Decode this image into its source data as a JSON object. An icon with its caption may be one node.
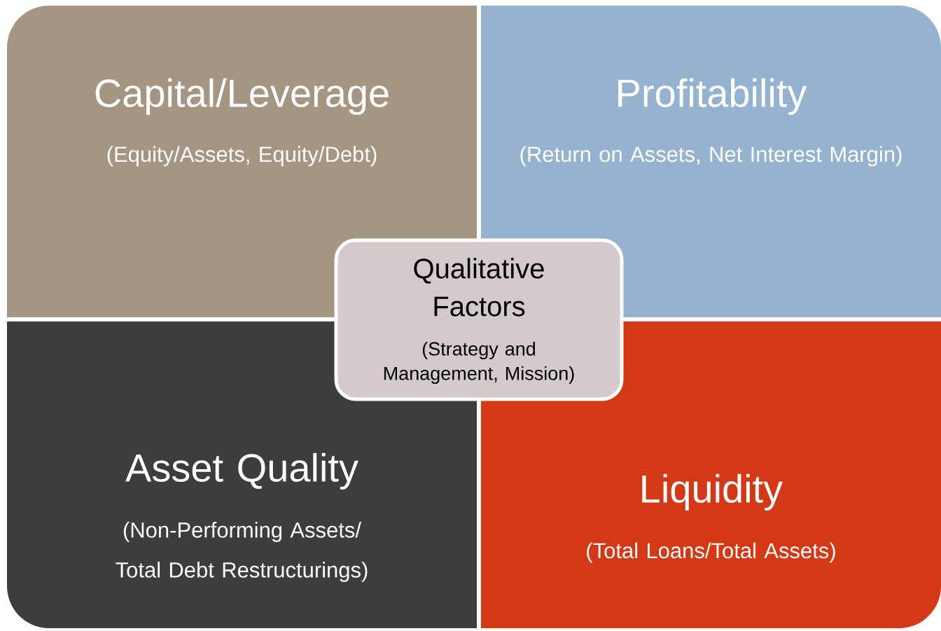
{
  "diagram": {
    "nodes": [
      {
        "text": [
          "Capital/Leverage",
          "(Equity/Assets, Equity/Debt)"
        ]
      },
      {
        "text": [
          "Profitability",
          "(Return on Assets, Net Interest Margin)"
        ]
      },
      {
        "text": [
          "Asset Quality",
          "(Non-Performing Assets/ Total Debt Restructurings)"
        ]
      },
      {
        "text": [
          "Liquidity",
          "(Total Loans/Total Assets)"
        ]
      },
      {
        "text": [
          "Qualitative Factors",
          "(Strategy and Management, Mission)"
        ]
      }
    ]
  }
}
